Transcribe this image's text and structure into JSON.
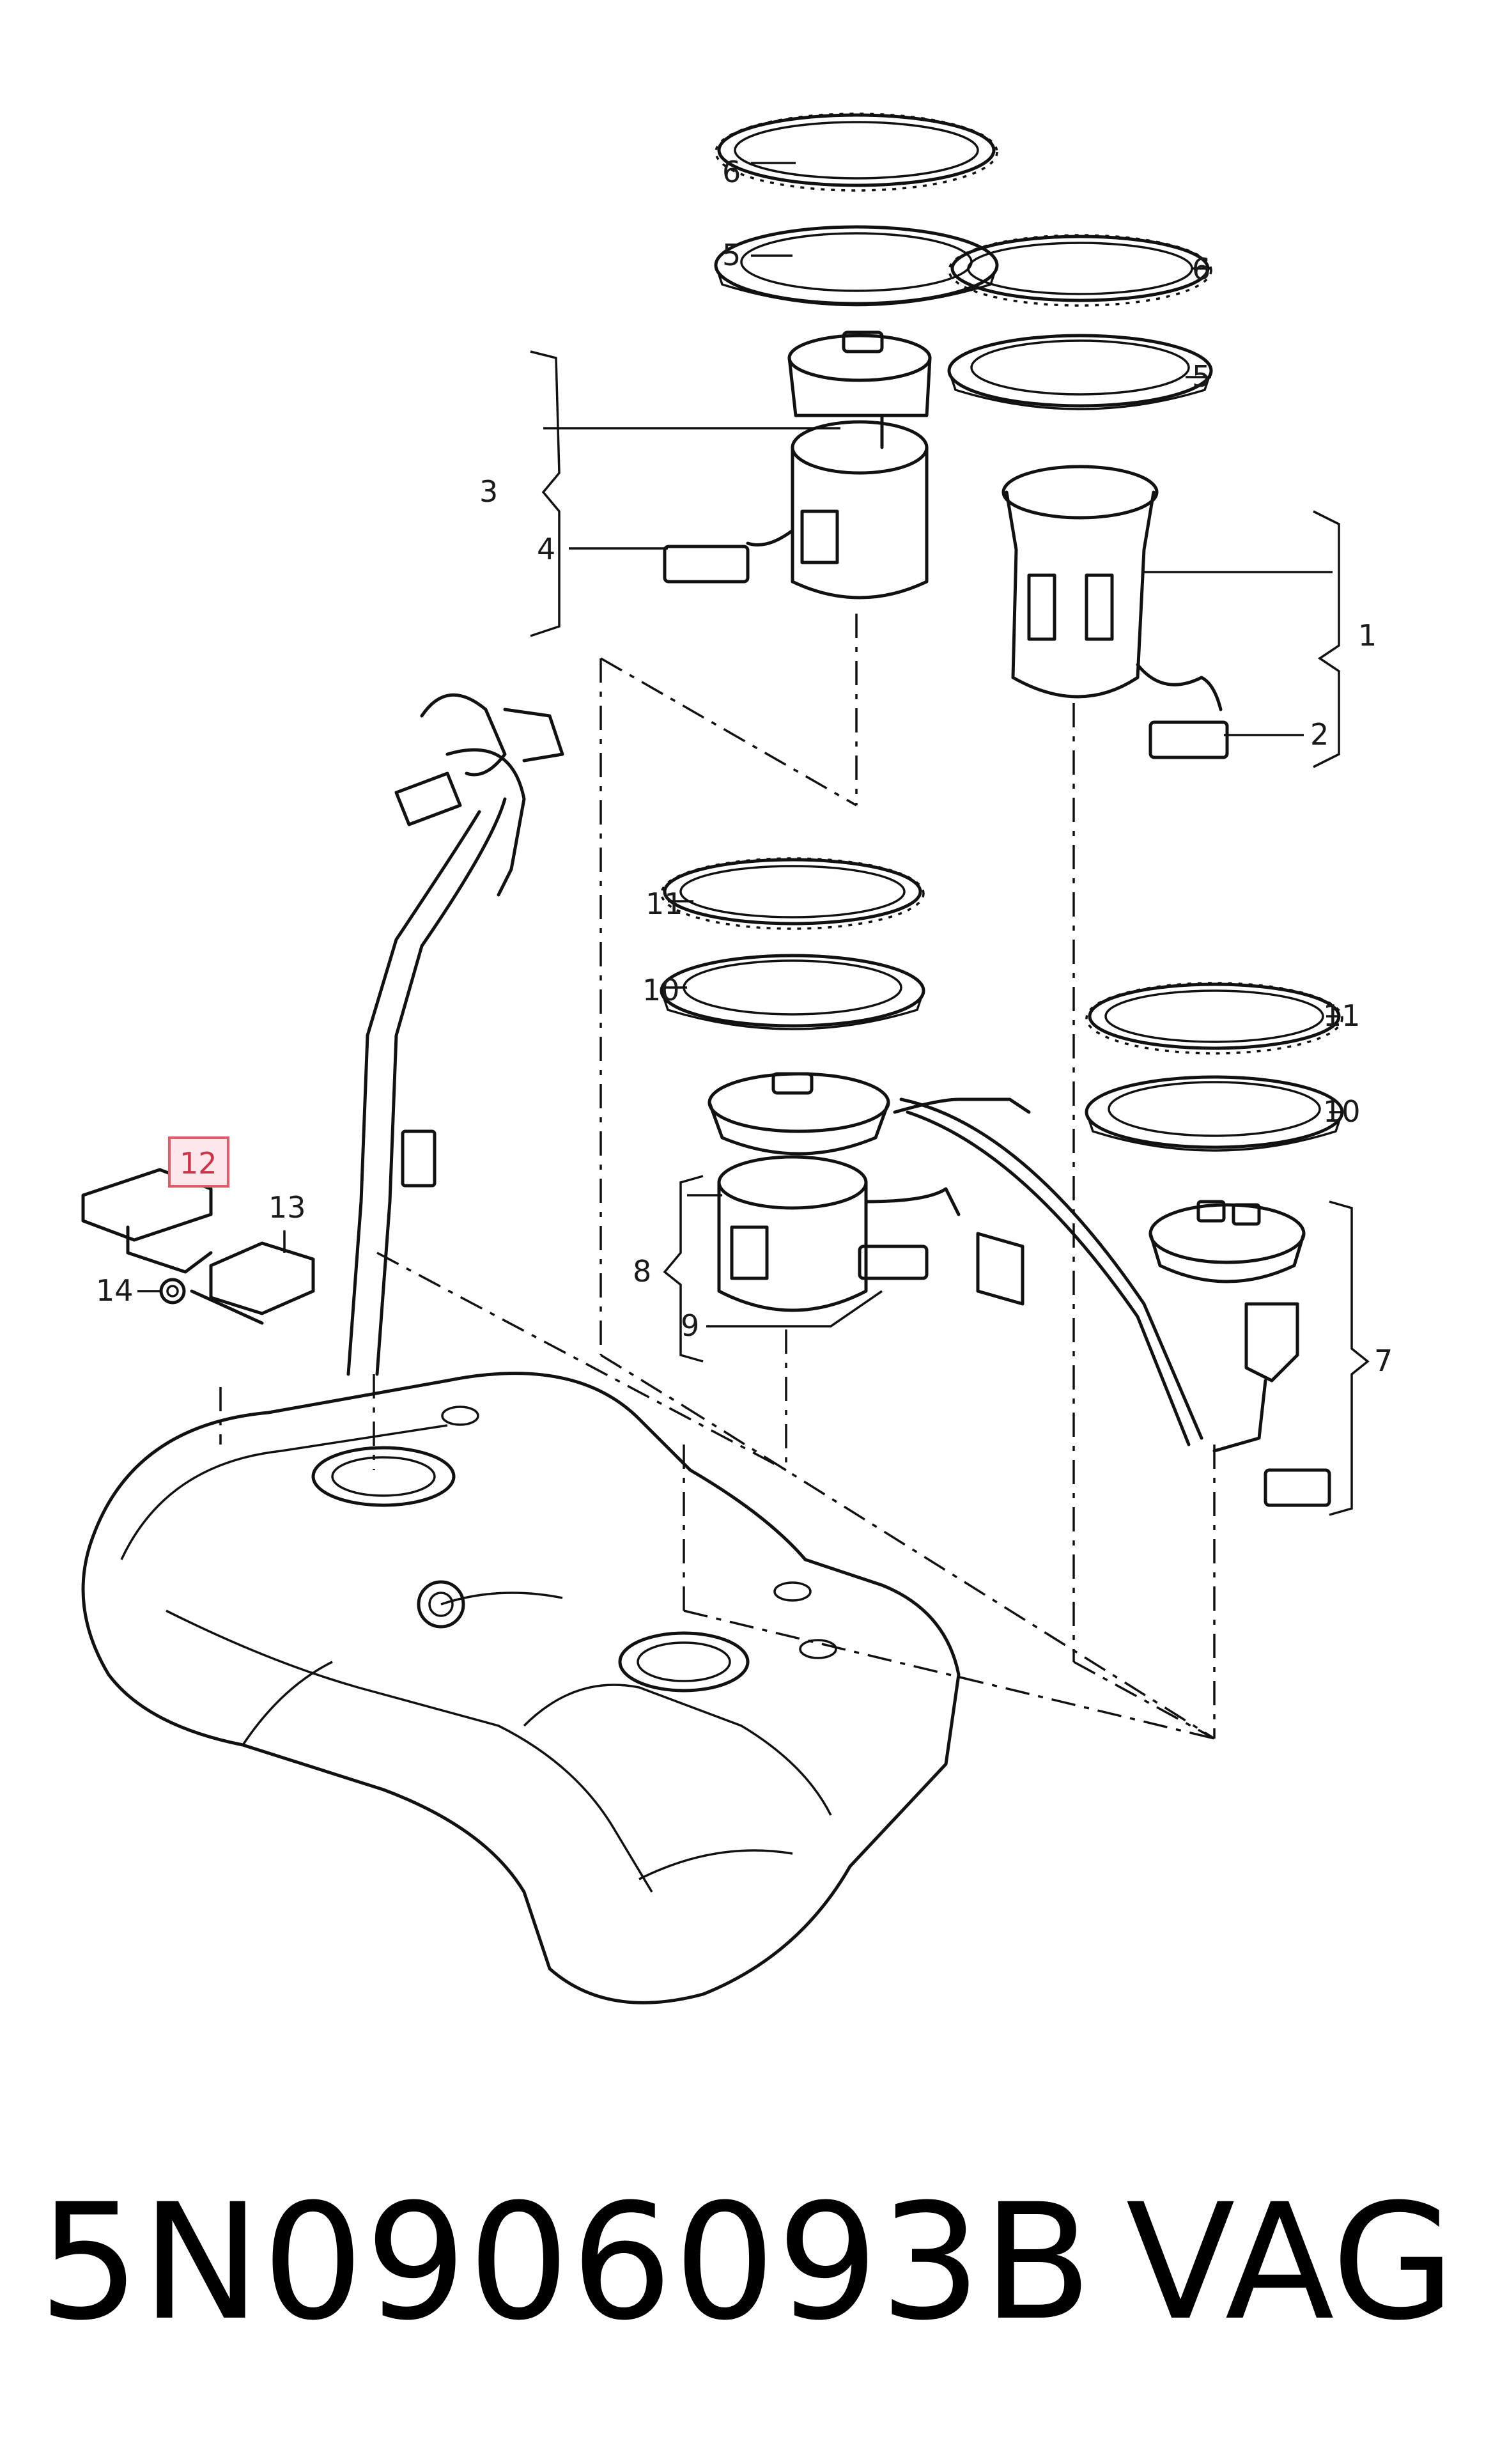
{
  "callouts": {
    "c1": "1",
    "c2": "2",
    "c3": "3",
    "c4": "4",
    "c5a": "5",
    "c5b": "5",
    "c6a": "6",
    "c6b": "6",
    "c7": "7",
    "c8": "8",
    "c9": "9",
    "c10a": "10",
    "c10b": "10",
    "c11a": "11",
    "c11b": "11",
    "c12": "12",
    "c13": "13",
    "c14": "14"
  },
  "footer": {
    "part_number": "5N0906093B",
    "brand": "VAG"
  },
  "colors": {
    "highlight_fill": "#fde7ea",
    "highlight_stroke": "#e45a6a",
    "line": "#111111"
  }
}
